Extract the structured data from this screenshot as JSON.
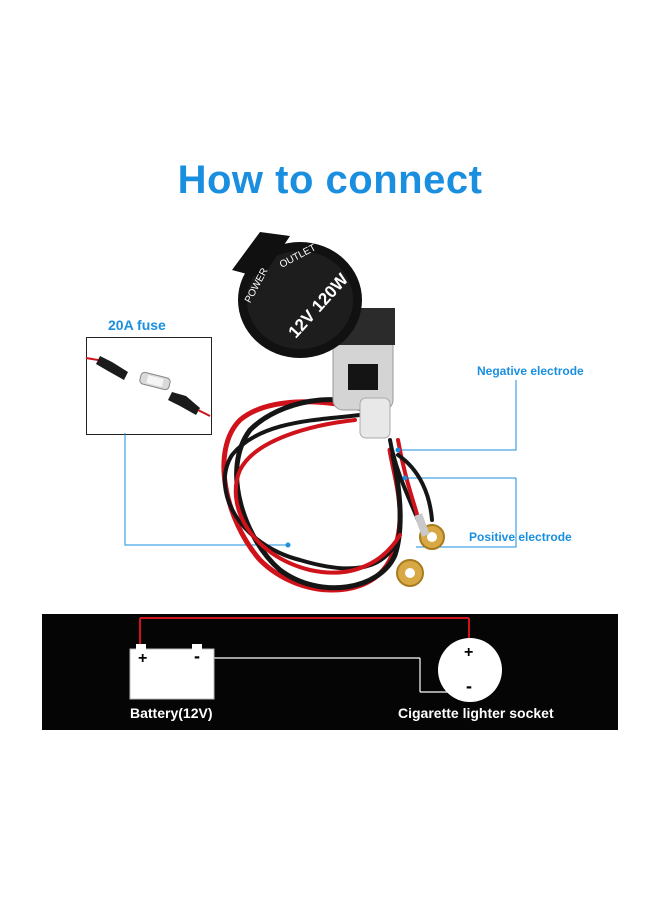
{
  "title": "How to connect",
  "product": {
    "cap_text": "OUTLET",
    "cap_text_2": "POWER",
    "face_text": "12V 120W"
  },
  "labels": {
    "fuse": "20A fuse",
    "negative": "Negative electrode",
    "positive": "Positive electrode"
  },
  "schematic": {
    "battery_label": "Battery(12V)",
    "socket_label": "Cigarette lighter socket",
    "plus": "+",
    "minus": "-"
  },
  "colors": {
    "title": "#1a8fe0",
    "red_wire": "#d0121b",
    "black_wire": "#151515",
    "leader_line": "#1a8fe0",
    "panel_bg": "#050505"
  }
}
